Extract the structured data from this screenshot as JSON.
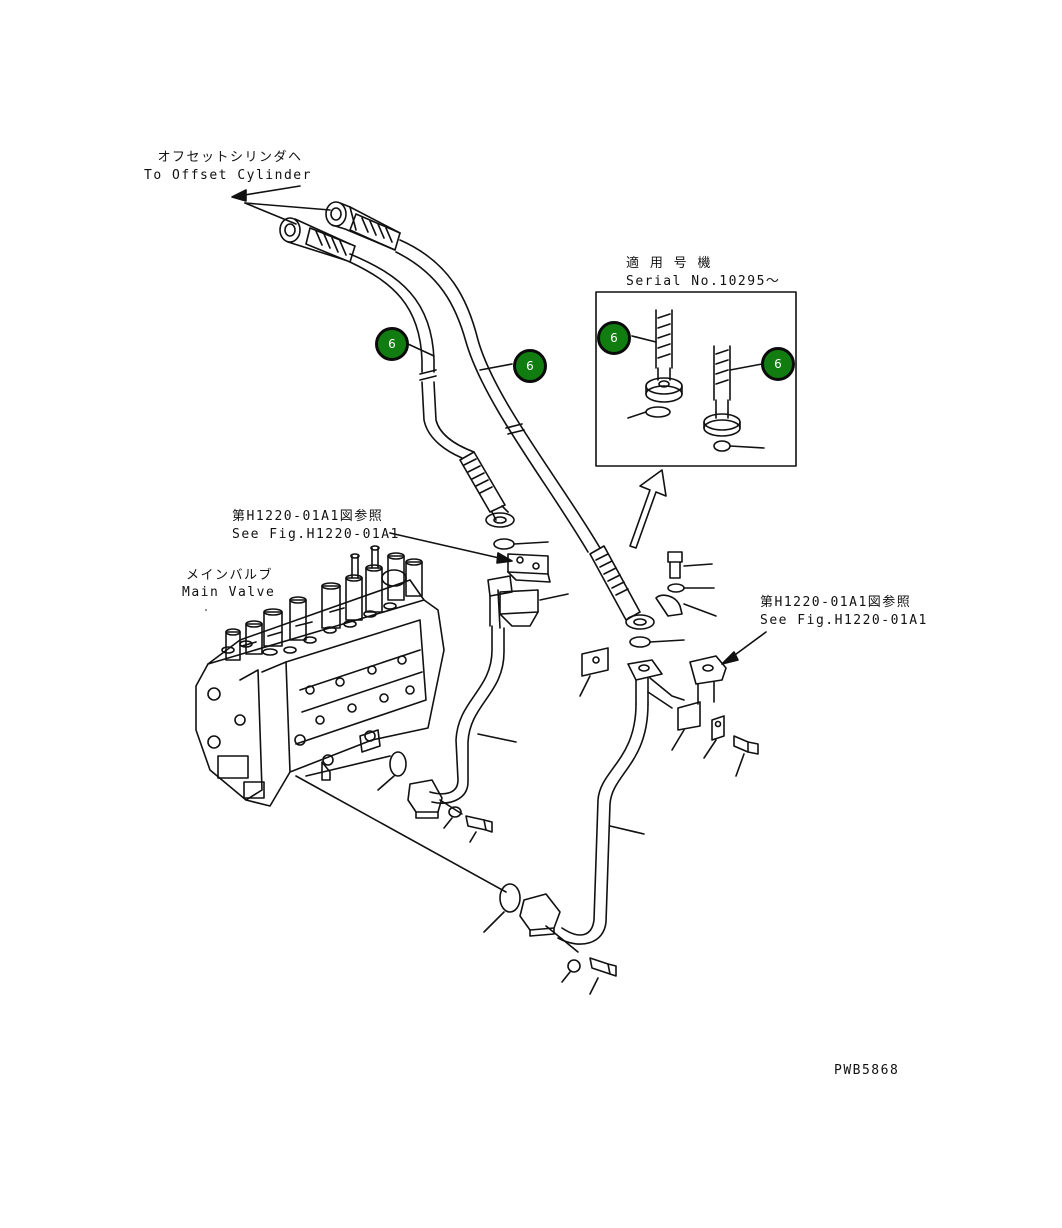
{
  "labels": {
    "offset_cyl_jp": "オフセットシリンダヘ",
    "offset_cyl_en": "To Offset Cylinder",
    "serial_jp": "適 用 号 機",
    "serial_en": "Serial No.10295～",
    "see_fig_left_jp": "第H1220-01A1図参照",
    "see_fig_left_en": "See Fig.H1220-01A1",
    "main_valve_jp": "メインバルブ",
    "main_valve_en": "Main Valve",
    "see_fig_right_jp": "第H1220-01A1図参照",
    "see_fig_right_en": "See Fig.H1220-01A1",
    "drawing_no": "PWB5868"
  },
  "callouts": [
    "6",
    "6",
    "6",
    "6"
  ],
  "colors": {
    "callout_fill": "#117d11",
    "line": "#111111"
  }
}
